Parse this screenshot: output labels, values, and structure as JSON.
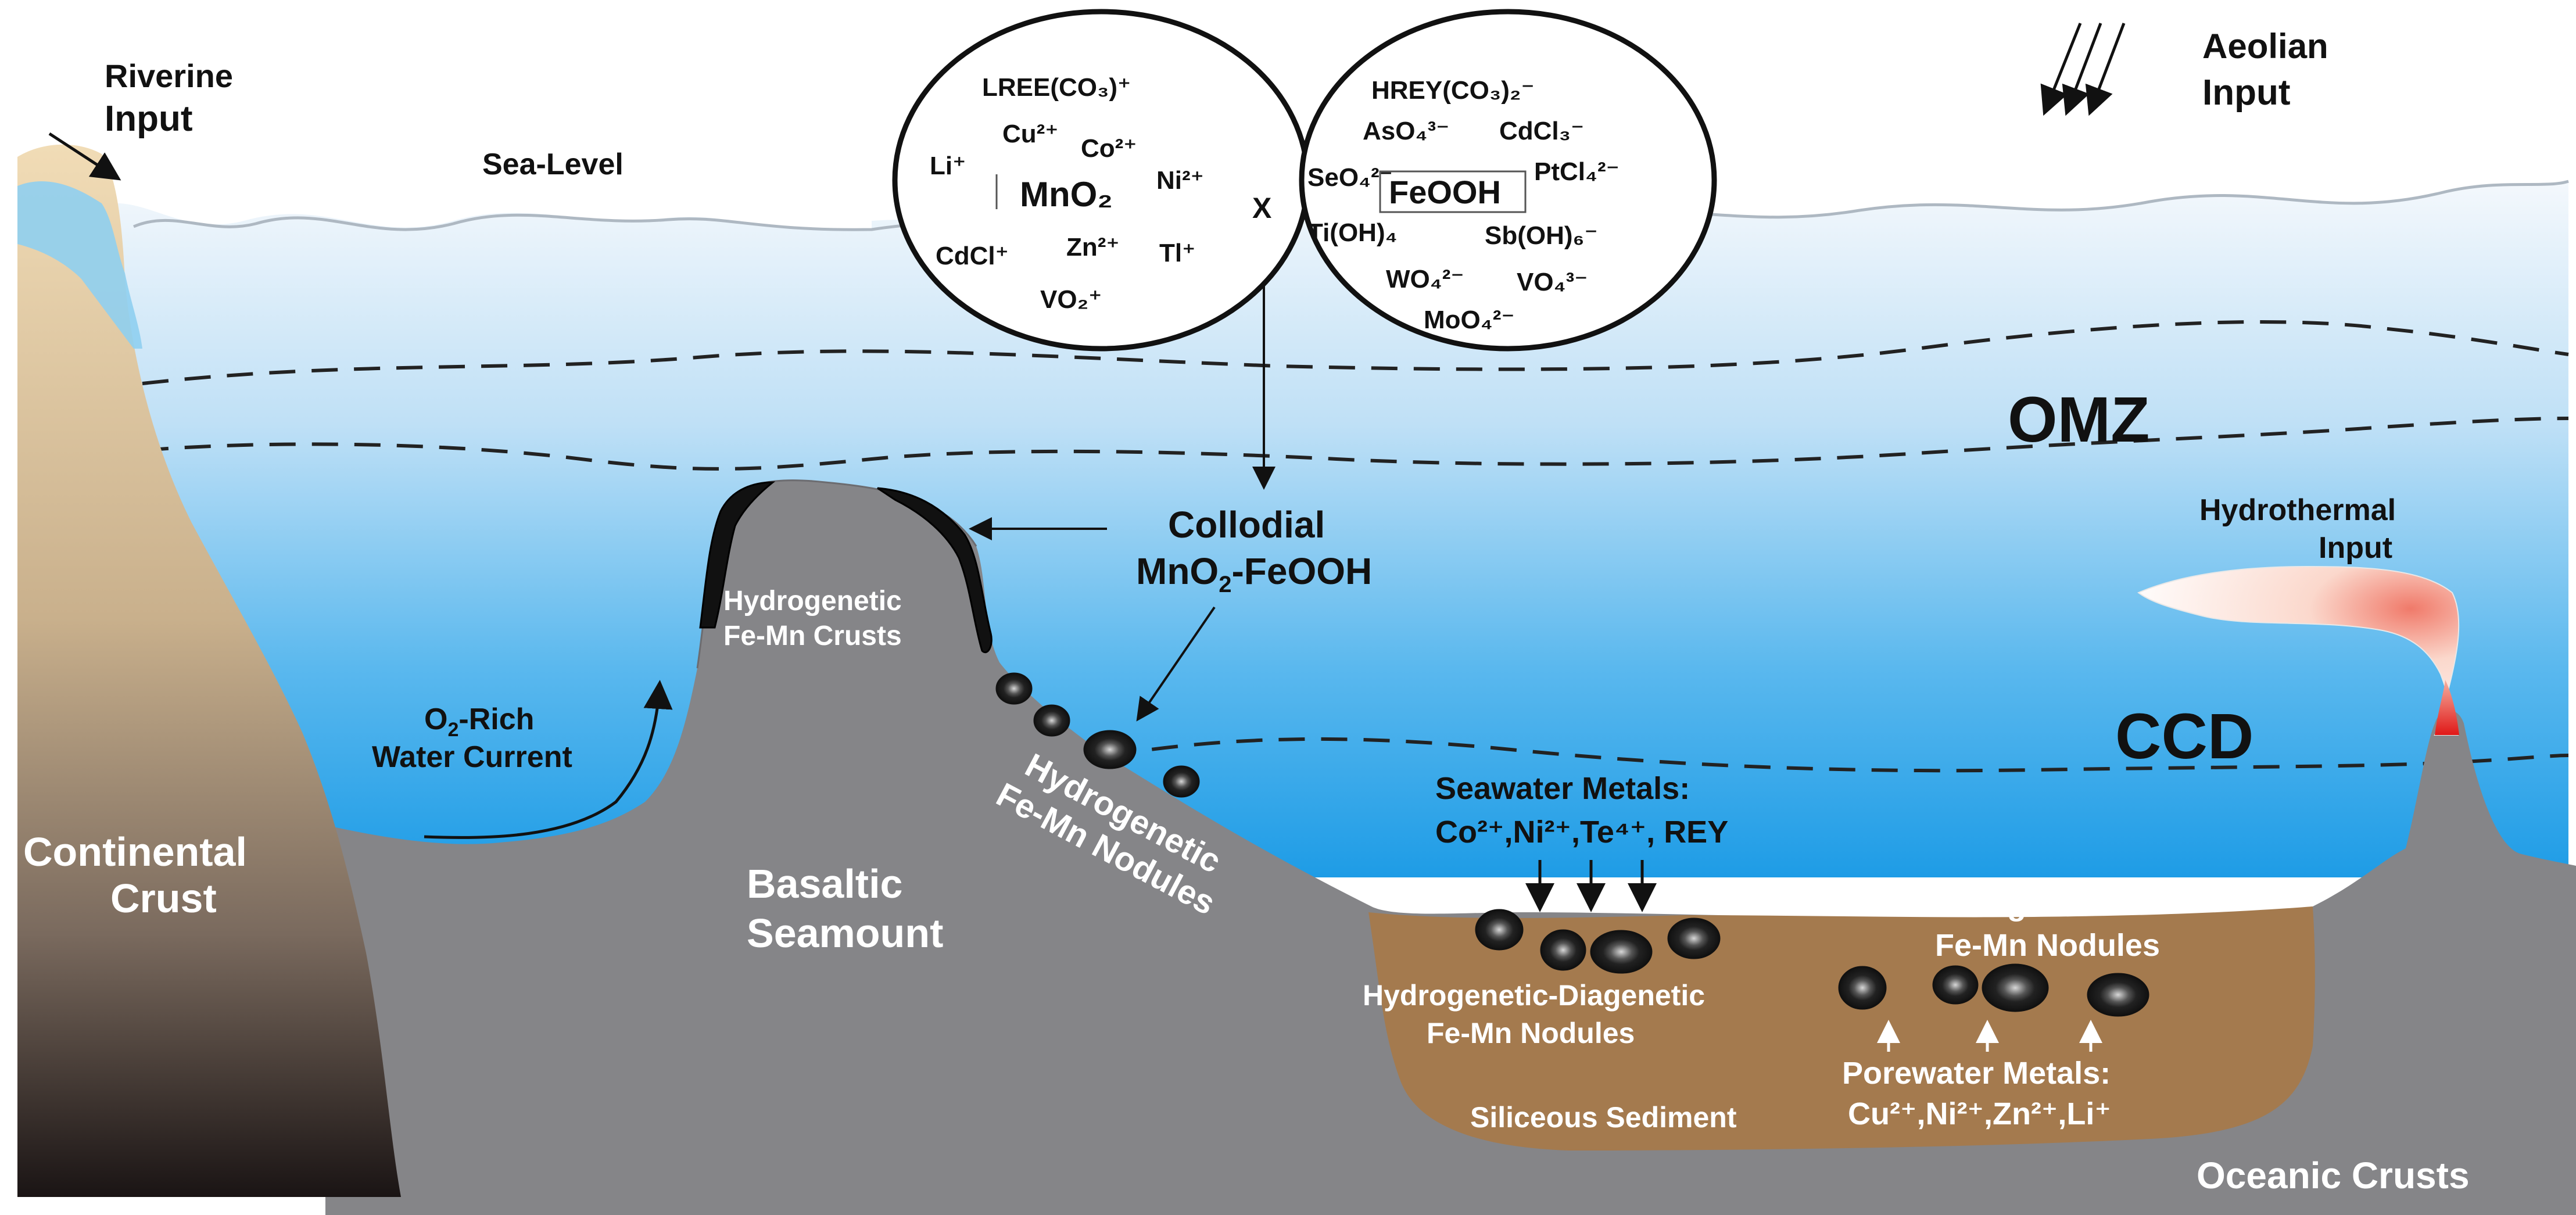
{
  "labels": {
    "riverine_1": "Riverine",
    "riverine_2": "Input",
    "aeolian_1": "Aeolian",
    "aeolian_2": "Input",
    "sea_level": "Sea-Level",
    "omz": "OMZ",
    "ccd": "CCD",
    "hydrothermal_1": "Hydrothermal",
    "hydrothermal_2": "Input",
    "colloidal_1": "Collodial",
    "colloidal_2_a": "MnO",
    "colloidal_2_sub": "2",
    "colloidal_2_b": "-FeOOH",
    "crusts_1": "Hydrogenetic",
    "crusts_2": "Fe-Mn Crusts",
    "current_1_a": "O",
    "current_1_sub": "2",
    "current_1_b": "-Rich",
    "current_2": "Water Current",
    "nodules_1": "Hydrogenetic",
    "nodules_2": "Fe-Mn Nodules",
    "continental_1": "Continental",
    "continental_2": "Crust",
    "seamount_1": "Basaltic",
    "seamount_2": "Seamount",
    "seawater_metals_1": "Seawater Metals:",
    "seawater_metals_2": "Co²⁺,Ni²⁺,Te⁴⁺, REY",
    "hd_nodules_1": "Hydrogenetic-Diagenetic",
    "hd_nodules_2": "Fe-Mn Nodules",
    "diag_nodules_1": "Diagenetic",
    "diag_nodules_2": "Fe-Mn Nodules",
    "porewater_1": "Porewater Metals:",
    "porewater_2": "Cu²⁺,Ni²⁺,Zn²⁺,Li⁺",
    "siliceous": "Siliceous Sediment",
    "oceanic": "Oceanic Crusts",
    "x_mark": "X"
  },
  "mno2_circle": {
    "center": "MnO₂",
    "species": [
      "LREE(CO₃)⁺",
      "Cu²⁺",
      "Co²⁺",
      "Li⁺",
      "Ni²⁺",
      "CdCl⁺",
      "Zn²⁺",
      "Tl⁺",
      "VO₂⁺"
    ]
  },
  "feooh_circle": {
    "center": "FeOOH",
    "species": [
      "HREY(CO₃)₂⁻",
      "AsO₄³⁻",
      "CdCl₃⁻",
      "SeO₄²⁻",
      "PtCl₄²⁻",
      "Ti(OH)₄",
      "Sb(OH)₆⁻",
      "WO₄²⁻",
      "VO₄³⁻",
      "MoO₄²⁻"
    ]
  },
  "colors": {
    "sea_top": "#f4f8fc",
    "sea_bottom": "#1e9ce6",
    "rock": "#858588",
    "sediment": "#a47a4e",
    "continent_top": "#f1dcb6",
    "continent_bottom": "#1a1414",
    "plume": "#ffffff",
    "vent": "#e62020",
    "crust": "#111111"
  }
}
